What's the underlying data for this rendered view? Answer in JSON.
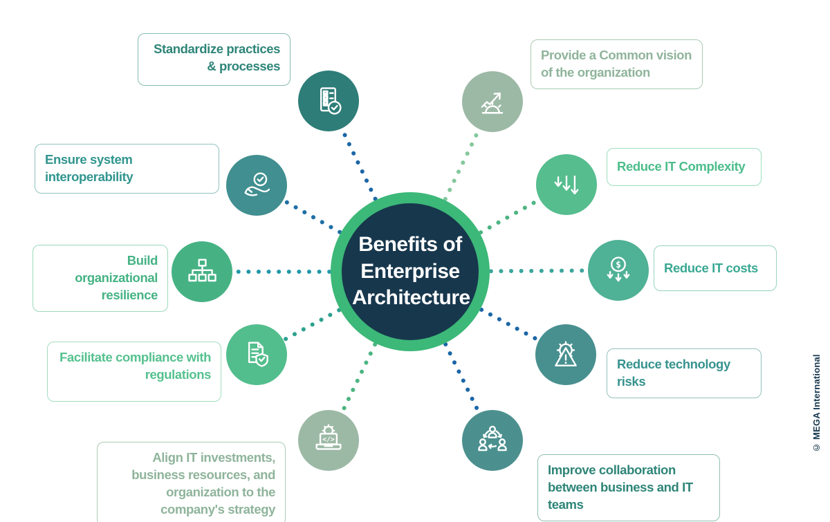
{
  "title": "Benefits of Enterprise Architecture",
  "copyright": "© MEGA International",
  "colors": {
    "background": "#ffffff",
    "center_fill": "#17374d",
    "center_ring": "#3cb878",
    "copyright_text": "#17374d"
  },
  "benefits": [
    {
      "id": "standardize-practices",
      "label": "Standardize practices & processes",
      "icon": "checklist-icon",
      "icon_color": "#2e7d78",
      "text_color": "#2e8578",
      "connector_color": "#1b66a7"
    },
    {
      "id": "common-vision",
      "label": "Provide a Common vision of the organization",
      "icon": "growth-arrow-gear-icon",
      "icon_color": "#9cb9a5",
      "text_color": "#8fb49b",
      "connector_color": "#84c89c"
    },
    {
      "id": "system-interoperability",
      "label": "Ensure system interoperability",
      "icon": "hand-check-icon",
      "icon_color": "#418f90",
      "text_color": "#31958f",
      "connector_color": "#1f6fa5"
    },
    {
      "id": "reduce-it-complexity",
      "label": "Reduce IT Complexity",
      "icon": "down-arrows-icon",
      "icon_color": "#56bd8e",
      "text_color": "#4cbd8b",
      "connector_color": "#4db582"
    },
    {
      "id": "organizational-resilience",
      "label": "Build organizational resilience",
      "icon": "org-chart-icon",
      "icon_color": "#46b284",
      "text_color": "#45b384",
      "connector_color": "#2398a7"
    },
    {
      "id": "reduce-it-costs",
      "label": "Reduce IT costs",
      "icon": "dollar-down-icon",
      "icon_color": "#4fb195",
      "text_color": "#3aa893",
      "connector_color": "#3ba69c"
    },
    {
      "id": "compliance-regulations",
      "label": "Facilitate compliance with regulations",
      "icon": "document-shield-icon",
      "icon_color": "#53be8d",
      "text_color": "#56c18f",
      "connector_color": "#2ea08f"
    },
    {
      "id": "technology-risks",
      "label": "Reduce technology risks",
      "icon": "warning-gear-icon",
      "icon_color": "#48908f",
      "text_color": "#37938e",
      "connector_color": "#1b66a7"
    },
    {
      "id": "align-it-investments",
      "label": "Align IT investments, business resources, and organization to the company's strategy",
      "icon": "laptop-code-icon",
      "icon_color": "#9cb9a5",
      "text_color": "#8fb49b",
      "connector_color": "#4db582"
    },
    {
      "id": "improve-collaboration",
      "label": "Improve collaboration between business and IT teams",
      "icon": "people-network-icon",
      "icon_color": "#4b908f",
      "text_color": "#2e8578",
      "connector_color": "#1b66a7"
    }
  ]
}
